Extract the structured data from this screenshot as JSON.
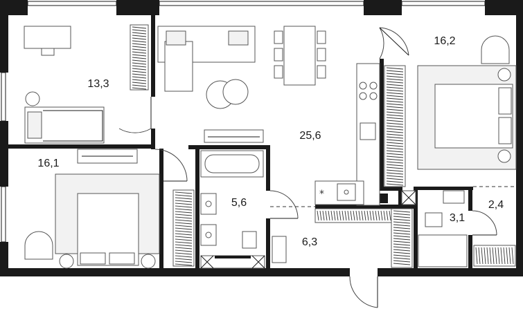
{
  "rooms": [
    {
      "id": "bedroom-west-top",
      "label": "13,3"
    },
    {
      "id": "bedroom-east",
      "label": "16,2"
    },
    {
      "id": "living-kitchen",
      "label": "25,6"
    },
    {
      "id": "bedroom-west-bottom",
      "label": "16,1"
    },
    {
      "id": "bathroom-main",
      "label": "5,6"
    },
    {
      "id": "hallway",
      "label": "6,3"
    },
    {
      "id": "bathroom-small",
      "label": "3,1"
    },
    {
      "id": "wardrobe-room",
      "label": "2,4"
    }
  ],
  "colors": {
    "wall": "#1a1a1a",
    "line": "#555555",
    "background": "#ffffff"
  }
}
